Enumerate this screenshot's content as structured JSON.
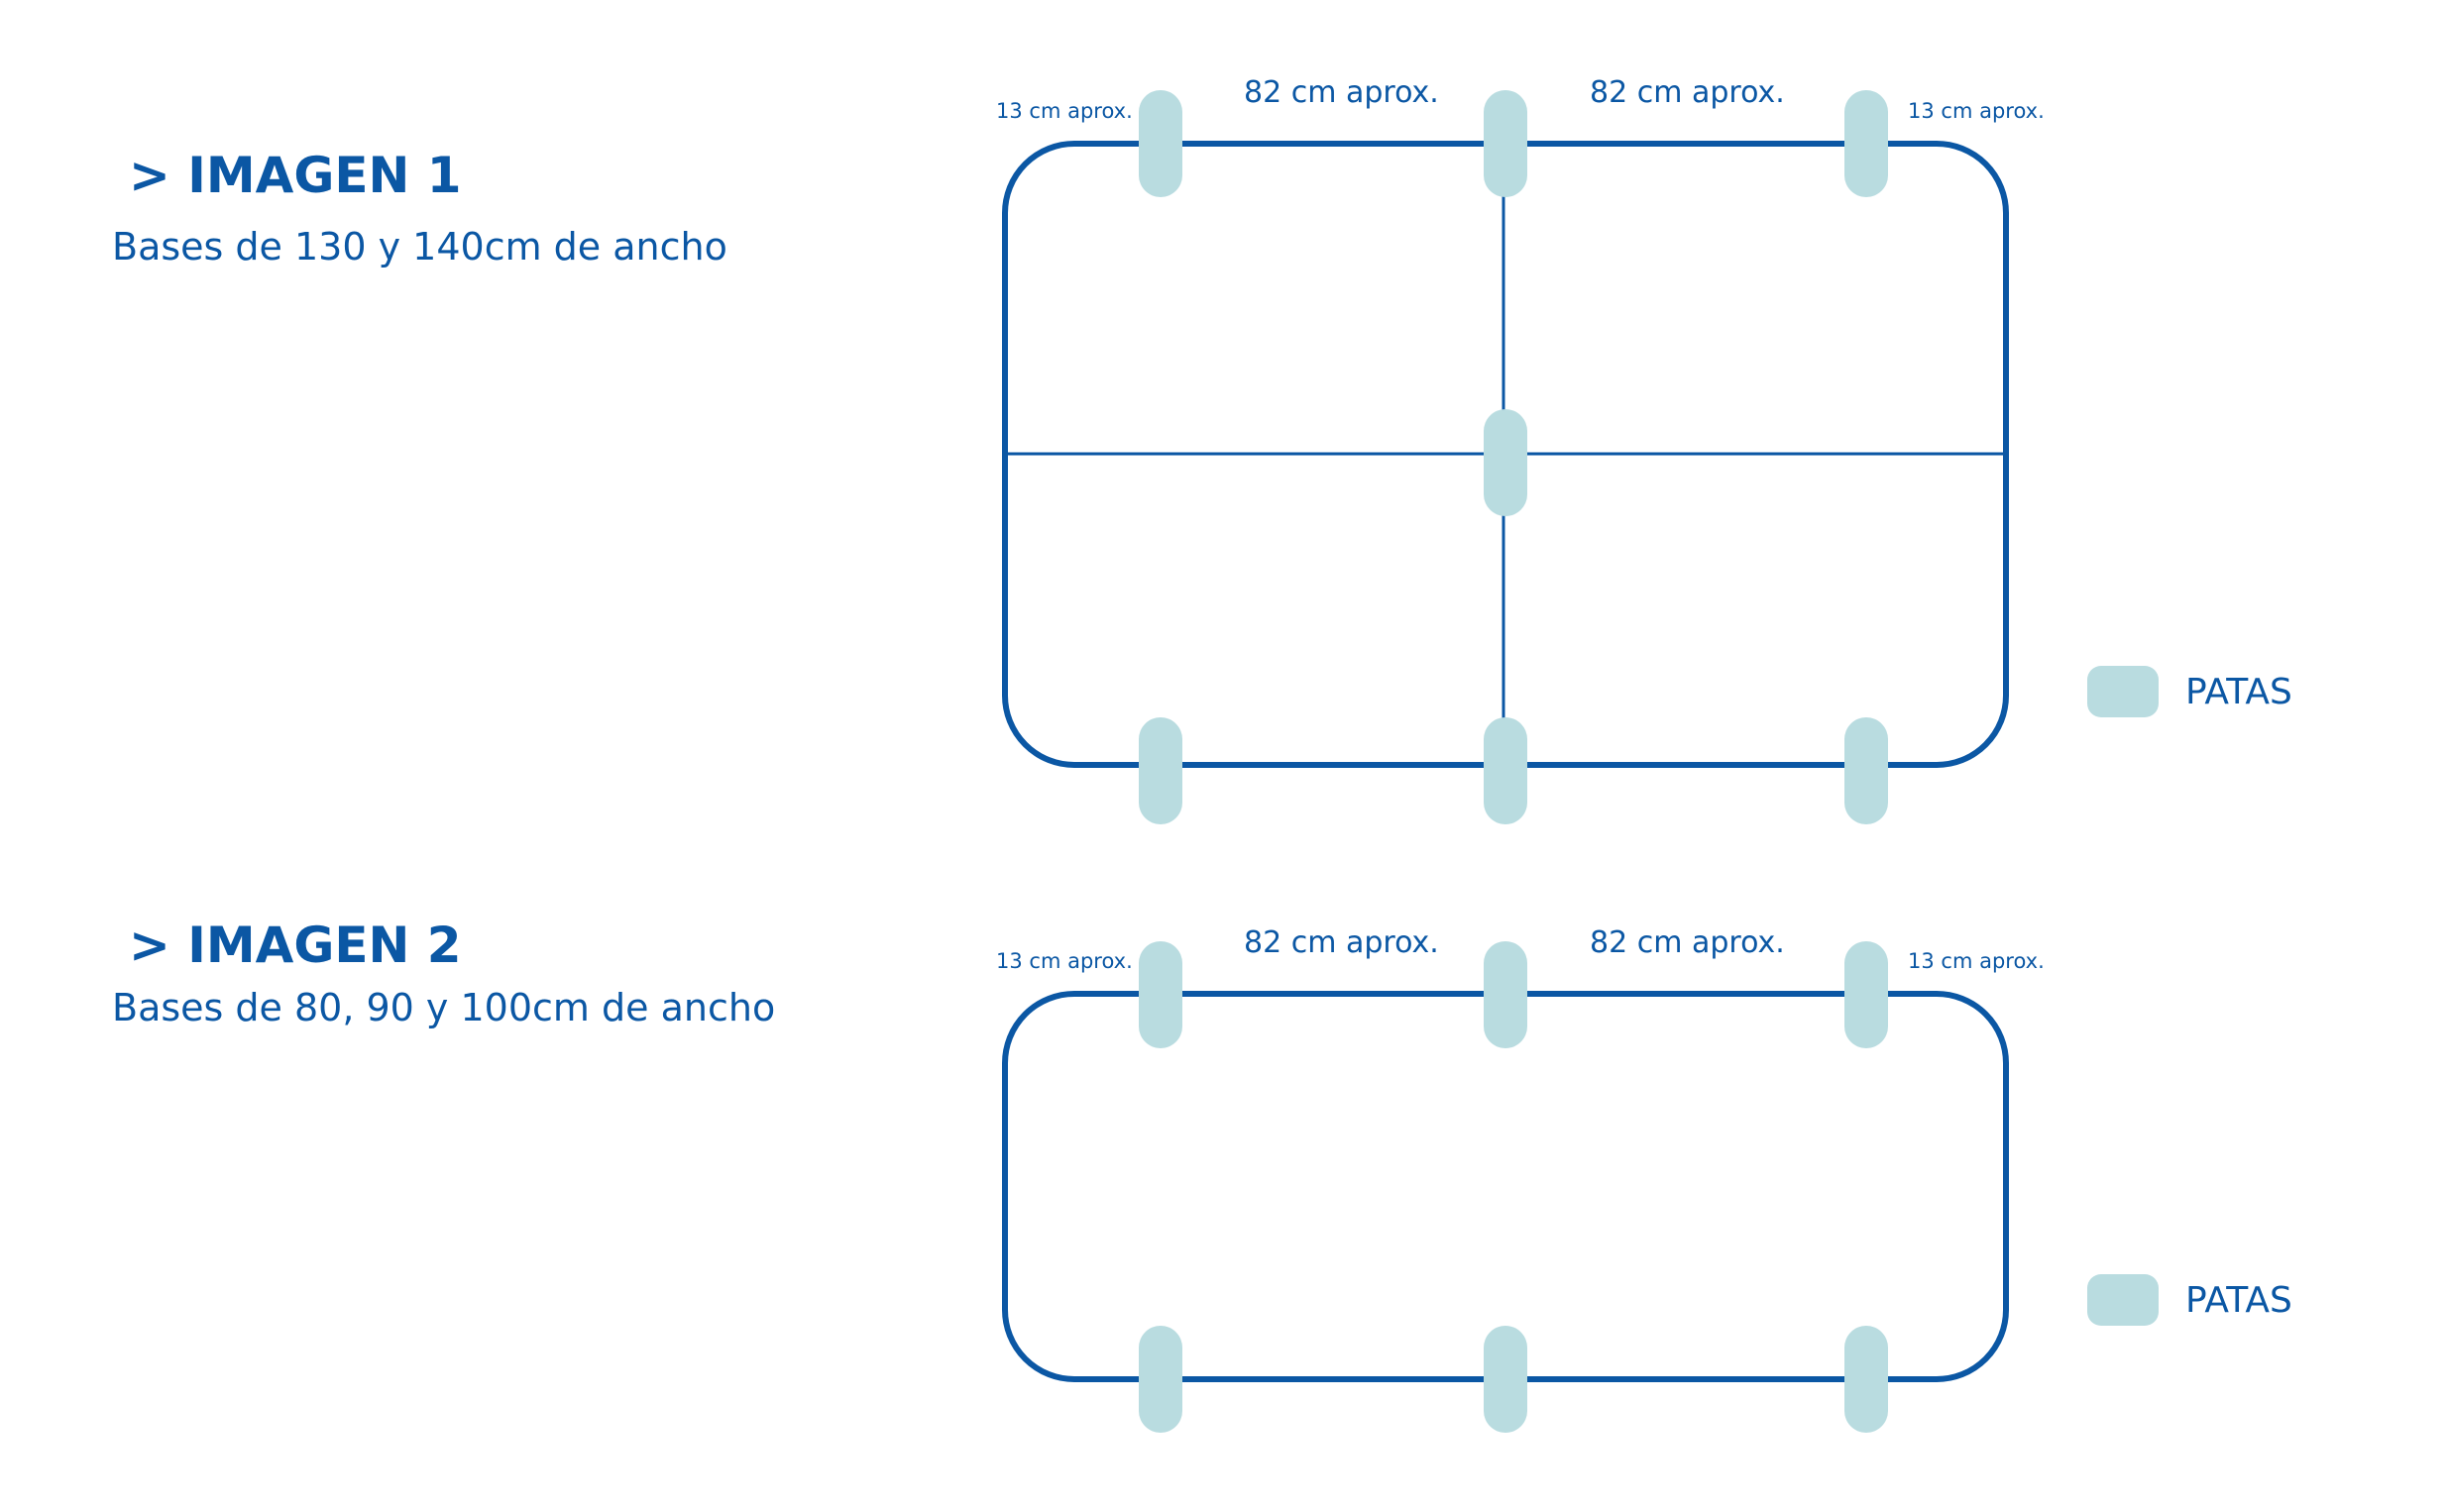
{
  "colors": {
    "frame": "#0b57a4",
    "leg": "#b9dce0",
    "text": "#0b57a4"
  },
  "image1": {
    "title": "> IMAGEN 1",
    "subtitle": "Bases de 130 y 140cm de ancho",
    "dim_left": "13 cm aprox.",
    "dim_mid_left": "82 cm aprox.",
    "dim_mid_right": "82 cm aprox.",
    "dim_right": "13 cm aprox.",
    "legend": "PATAS"
  },
  "image2": {
    "title": "> IMAGEN 2",
    "subtitle": "Bases de 80, 90 y 100cm de ancho",
    "dim_left": "13 cm aprox.",
    "dim_mid_left": "82 cm aprox.",
    "dim_mid_right": "82 cm aprox.",
    "dim_right": "13 cm aprox.",
    "legend": "PATAS"
  }
}
